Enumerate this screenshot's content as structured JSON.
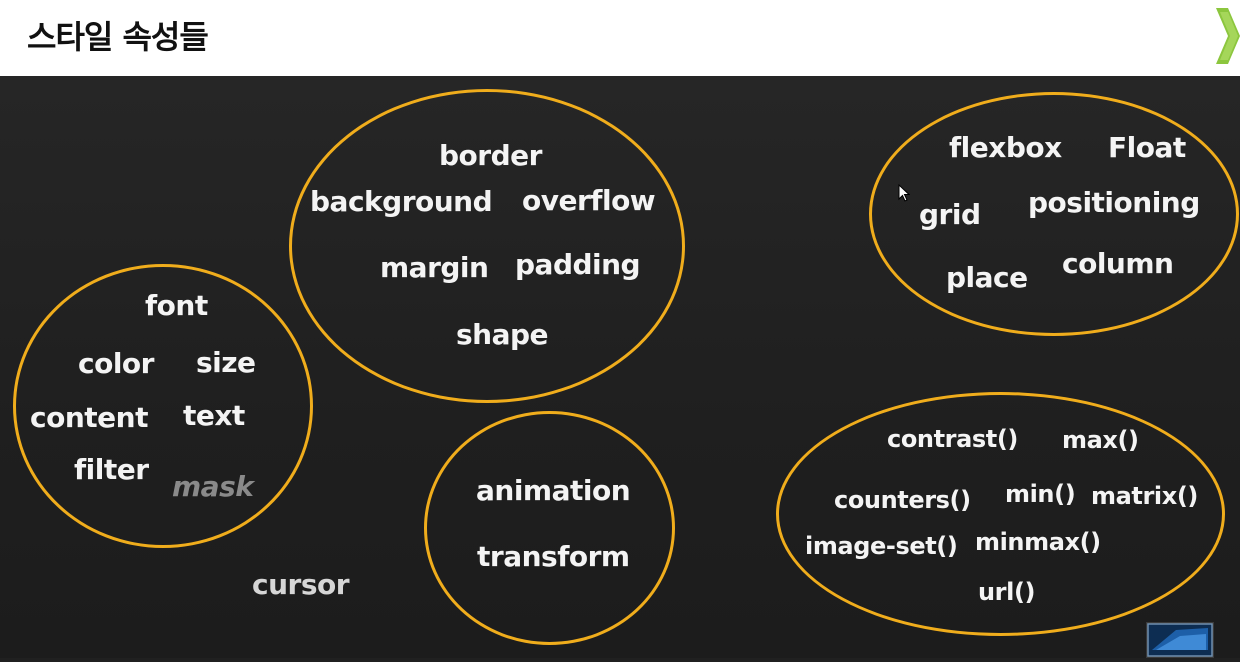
{
  "title": "스타일 속성들",
  "icons": {
    "next": "chevron-right-icon",
    "pointer": "mouse-pointer-icon",
    "thumbnail": "slide-thumbnail-icon"
  },
  "colors": {
    "background": "#202020",
    "ellipse_border": "#f0ad1c",
    "text": "#f4f4f4",
    "muted_text": "#8a8a8a",
    "header": "#ffffff",
    "accent_green": "#8cc63e"
  },
  "groups": {
    "box": [
      "border",
      "background",
      "overflow",
      "margin",
      "padding",
      "shape"
    ],
    "layout": [
      "flexbox",
      "Float",
      "grid",
      "positioning",
      "place",
      "column"
    ],
    "text": [
      "font",
      "color",
      "size",
      "content",
      "text",
      "filter",
      "mask"
    ],
    "motion": [
      "animation",
      "transform"
    ],
    "functions": [
      "contrast()",
      "max()",
      "counters()",
      "min()",
      "matrix()",
      "image-set()",
      "minmax()",
      "url()"
    ]
  },
  "standalone": [
    "cursor"
  ]
}
